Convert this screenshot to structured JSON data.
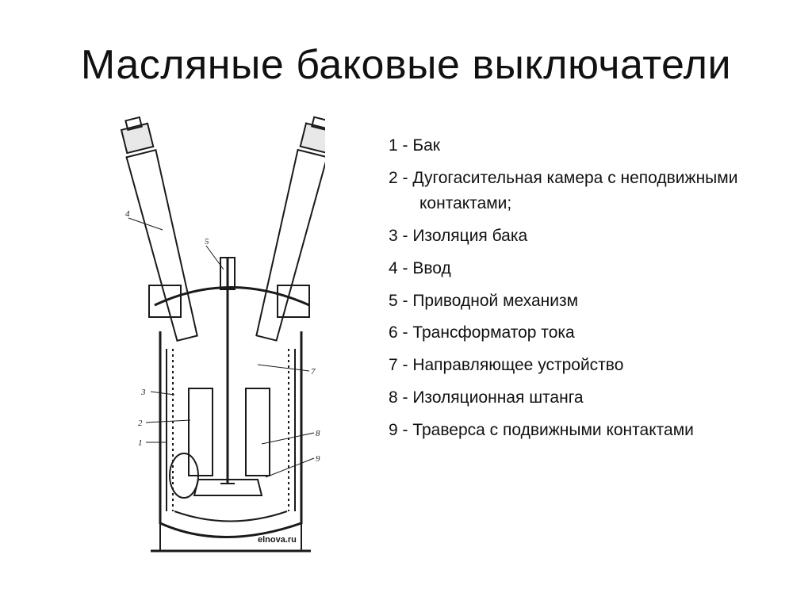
{
  "slide": {
    "title": "Масляные баковые выключатели",
    "legend": [
      "1 - Бак",
      "2 - Дугогасительная камера с неподвижными контактами;",
      "3 - Изоляция бака",
      "4 - Ввод",
      "5 - Приводной механизм",
      "6 - Трансформатор тока",
      "7 - Направляющее устройство",
      "8 - Изоляционная штанга",
      "9 - Траверса с подвижными контактами"
    ],
    "figure_callouts": [
      "4",
      "5",
      "3",
      "2",
      "1",
      "7",
      "8",
      "9"
    ],
    "watermark": "elnova.ru"
  }
}
